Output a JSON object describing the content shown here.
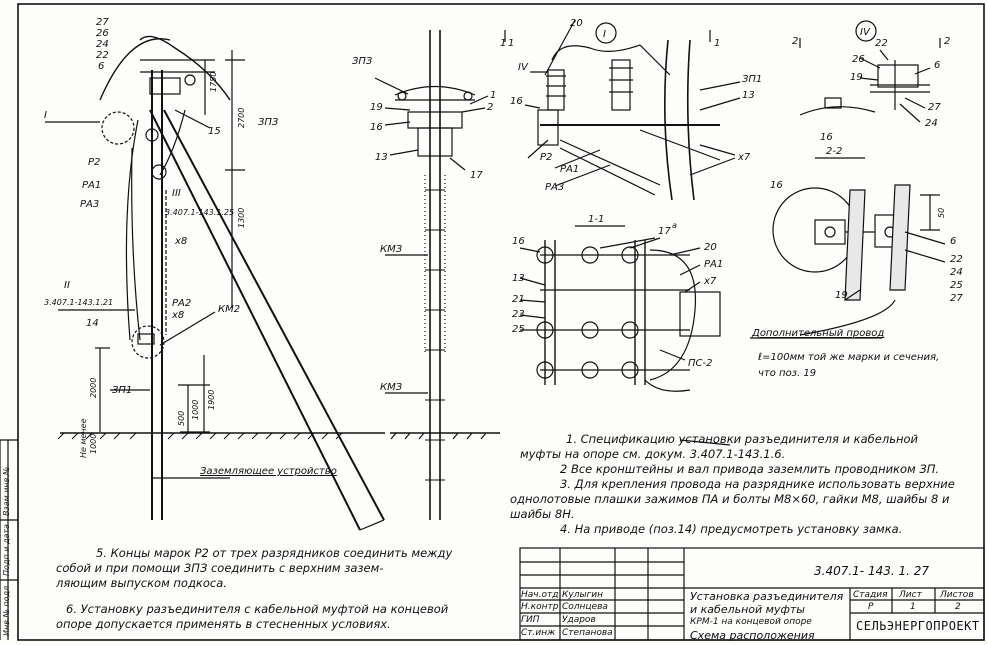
{
  "views": {
    "main": {
      "t27": "27",
      "t26": "26",
      "t24": "24",
      "t22": "22",
      "t6": "6",
      "callout1": "I",
      "t15": "15",
      "t3p3": "ЗПЗ",
      "r2": "Р2",
      "ra1": "РА1",
      "ra3": "РА3",
      "callout3": "III",
      "ref3": "3.407.1-143.1.25",
      "x8": "x8",
      "callout2": "II",
      "ref2": "3.407.1-143.1.21",
      "t14": "14",
      "ra2": "РА2",
      "x8b": "x8",
      "km2": "КМ2",
      "t3p1": "ЗП1",
      "grounding": "Заземляющее устройство",
      "d1750": "1750",
      "d2700": "2700",
      "d1300": "1300",
      "d2000": "2000",
      "d1000": "1000",
      "d1900": "1900",
      "d500": "500",
      "depth": "Не менее",
      "depth2": "1000"
    },
    "side": {
      "t3p3": "ЗПЗ",
      "t19": "19",
      "t16": "16",
      "t13": "13",
      "t1": "1",
      "t2": "2",
      "t17": "17",
      "km3a": "КМЗ",
      "km3b": "КМЗ"
    },
    "detail1": {
      "s1": "1",
      "s1b": "1",
      "s1c": "1",
      "callout": "I",
      "t20": "20",
      "t4": "IV",
      "t16": "16",
      "t3p1": "ЗП1",
      "t13": "13",
      "t1": "1",
      "p2": "Р2",
      "ra1": "РА1",
      "ra3": "РА3",
      "x7": "x7"
    },
    "detail4": {
      "s2": "2",
      "s2b": "2",
      "callout": "IV",
      "t22": "22",
      "t26": "26",
      "t6": "6",
      "t19": "19",
      "t27": "27",
      "t24": "24",
      "t16": "16"
    },
    "section11": {
      "title": "1-1",
      "t16": "16",
      "t17a": "17",
      "t17sup": "a",
      "t20": "20",
      "ra1": "РА1",
      "x7": "x7",
      "t13": "13",
      "t21": "21",
      "t23": "23",
      "t25": "25",
      "pc2": "ПС-2"
    },
    "section22": {
      "title": "2-2",
      "t16": "16",
      "d50": "50",
      "t6": "6",
      "t22": "22",
      "t24": "24",
      "t25": "25",
      "t27": "27",
      "t19": "19",
      "wire_label": "Дополнительный провод",
      "wire_desc1": "ℓ=100мм той же марки и сечения,",
      "wire_desc2": "что поз. 19"
    }
  },
  "notes": {
    "n1a": "1. Спецификацию установки разъединителя и кабельной",
    "n1b": "муфты на опоре см. докум. 3.407.1-143.1.6.",
    "n2": "2 Все кронштейны и вал привода заземлить проводником ЗП.",
    "n3a": "3. Для крепления провода на разряднике использовать верхние",
    "n3b": "однолотовые плашки зажимов ПА и болты М8×60, гайки М8, шайбы 8 и",
    "n3c": "шайбы 8Н.",
    "n4": "4. На приводе (поз.14) предусмотреть установку замка.",
    "n5a": "5. Концы марок Р2 от трех разрядников соединить между",
    "n5b": "собой и при помощи ЗПЗ соединить с верхним зазем-",
    "n5c": "ляющим выпуском подкоса.",
    "n6a": "6. Установку разъединителя с кабельной муфтой на концевой",
    "n6b": "опоре допускается применять в стесненных условиях."
  },
  "title_block": {
    "doc_number": "3.407.1- 143. 1. 27",
    "roles": [
      "Нач.отд",
      "Н.контр",
      "ГИП",
      "",
      "Ст.инж"
    ],
    "names": [
      "Кулыгин",
      "Солнцева",
      "Ударов",
      "",
      "Степанова"
    ],
    "title1": "Установка разъединителя",
    "title2": "и кабельной муфты",
    "title3": "КРМ-1 на концевой опоре",
    "title4": "Схема расположения",
    "stage_h": "Стадия",
    "sheet_h": "Лист",
    "sheets_h": "Листов",
    "stage": "Р",
    "sheet": "1",
    "sheets": "2",
    "company": "СЕЛЬЭНЕРГОПРОЕКТ"
  },
  "margin": {
    "inv_date": "Подп и дата",
    "inv_swap": "Взам.инв.№",
    "inv_num": "Инв.№ подл"
  }
}
